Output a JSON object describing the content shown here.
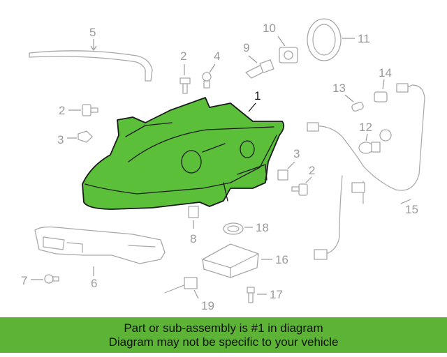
{
  "diagram": {
    "callouts": [
      "1",
      "2",
      "2",
      "2",
      "3",
      "3",
      "4",
      "5",
      "6",
      "7",
      "8",
      "9",
      "10",
      "11",
      "12",
      "13",
      "14",
      "15",
      "16",
      "17",
      "18",
      "19"
    ],
    "highlight_color": "#5bbf3a"
  },
  "banner": {
    "line1": "Part or sub-assembly is #1 in diagram",
    "line2": "Diagram may not be specific to your vehicle",
    "background": "#5cb335"
  }
}
